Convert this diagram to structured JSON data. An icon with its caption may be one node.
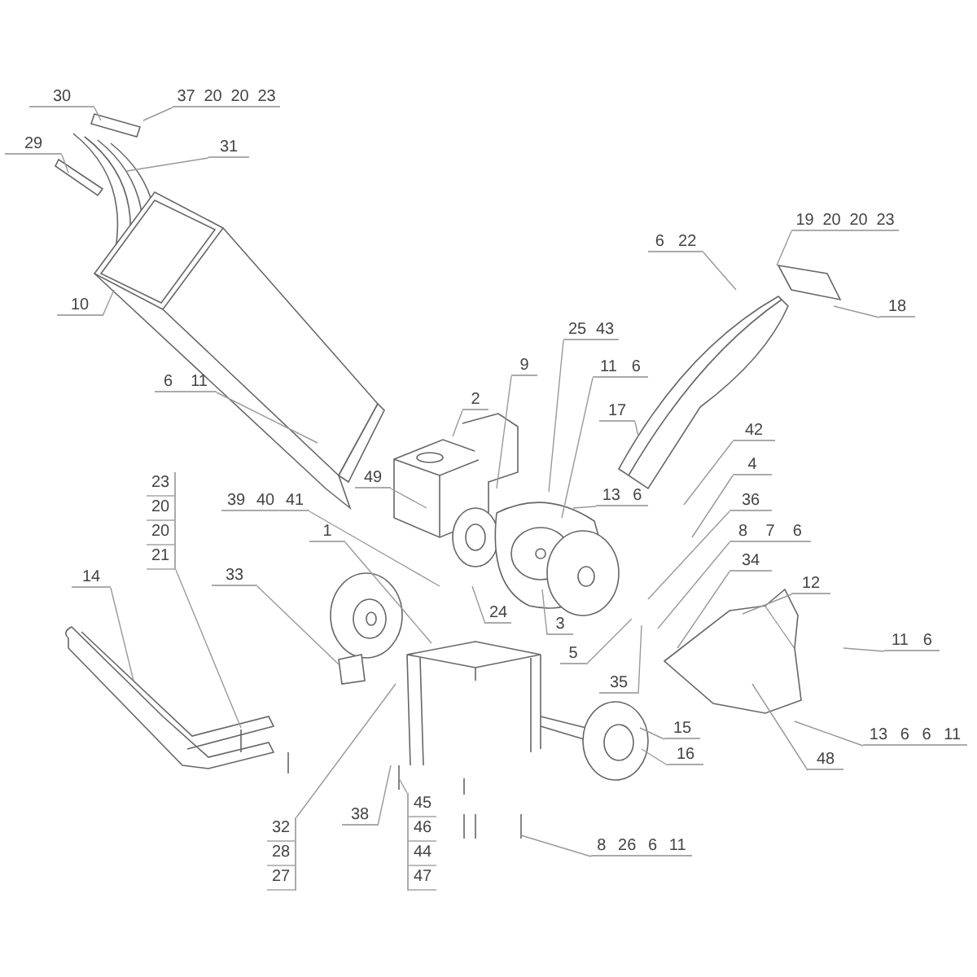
{
  "diagram": {
    "nodes": [
      {
        "text": [
          "30"
        ]
      },
      {
        "text": [
          "37",
          "20",
          "20",
          "23"
        ]
      },
      {
        "text": [
          "29"
        ]
      },
      {
        "text": [
          "31"
        ]
      },
      {
        "text": [
          "10"
        ]
      },
      {
        "text": [
          "6",
          "11"
        ]
      },
      {
        "text": [
          "2"
        ]
      },
      {
        "text": [
          "49"
        ]
      },
      {
        "text": [
          "9"
        ]
      },
      {
        "text": [
          "25",
          "43"
        ]
      },
      {
        "text": [
          "11",
          "6"
        ]
      },
      {
        "text": [
          "17"
        ]
      },
      {
        "text": [
          "6",
          "22"
        ]
      },
      {
        "text": [
          "19",
          "20",
          "20",
          "23"
        ]
      },
      {
        "text": [
          "18"
        ]
      },
      {
        "text": [
          "42"
        ]
      },
      {
        "text": [
          "4"
        ]
      },
      {
        "text": [
          "13",
          "6"
        ]
      },
      {
        "text": [
          "36"
        ]
      },
      {
        "text": [
          "8",
          "7",
          "6"
        ]
      },
      {
        "text": [
          "34"
        ]
      },
      {
        "text": [
          "12"
        ]
      },
      {
        "text": [
          "11",
          "6"
        ]
      },
      {
        "text": [
          "13",
          "6",
          "6",
          "11"
        ]
      },
      {
        "text": [
          "48"
        ]
      },
      {
        "text": [
          "15"
        ]
      },
      {
        "text": [
          "16"
        ]
      },
      {
        "text": [
          "3"
        ]
      },
      {
        "text": [
          "5"
        ]
      },
      {
        "text": [
          "35"
        ]
      },
      {
        "text": [
          "39",
          "40",
          "41"
        ]
      },
      {
        "text": [
          "24"
        ]
      },
      {
        "text": [
          "1"
        ]
      },
      {
        "text": [
          "33"
        ]
      },
      {
        "text": [
          "14"
        ]
      },
      {
        "text": [
          "23",
          "20",
          "20",
          "21"
        ]
      },
      {
        "text": [
          "32",
          "28",
          "27"
        ]
      },
      {
        "text": [
          "38"
        ]
      },
      {
        "text": [
          "45",
          "46",
          "44",
          "47"
        ]
      },
      {
        "text": [
          "8",
          "26",
          "6",
          "11"
        ]
      }
    ],
    "edges": [
      {
        "from": 0,
        "to": null,
        "arrow": "none"
      },
      {
        "from": 1,
        "to": null,
        "arrow": "none"
      },
      {
        "from": 2,
        "to": null,
        "arrow": "none"
      },
      {
        "from": 3,
        "to": null,
        "arrow": "none"
      },
      {
        "from": 4,
        "to": null,
        "arrow": "none"
      },
      {
        "from": 5,
        "to": null,
        "arrow": "none"
      },
      {
        "from": 6,
        "to": null,
        "arrow": "none"
      },
      {
        "from": 7,
        "to": null,
        "arrow": "none"
      },
      {
        "from": 8,
        "to": null,
        "arrow": "none"
      },
      {
        "from": 9,
        "to": null,
        "arrow": "none"
      },
      {
        "from": 10,
        "to": null,
        "arrow": "none"
      },
      {
        "from": 11,
        "to": null,
        "arrow": "none"
      },
      {
        "from": 12,
        "to": null,
        "arrow": "none"
      },
      {
        "from": 13,
        "to": null,
        "arrow": "none"
      },
      {
        "from": 14,
        "to": null,
        "arrow": "none"
      },
      {
        "from": 15,
        "to": null,
        "arrow": "none"
      },
      {
        "from": 16,
        "to": null,
        "arrow": "none"
      },
      {
        "from": 17,
        "to": null,
        "arrow": "none"
      },
      {
        "from": 18,
        "to": null,
        "arrow": "none"
      },
      {
        "from": 19,
        "to": null,
        "arrow": "none"
      },
      {
        "from": 20,
        "to": null,
        "arrow": "none"
      },
      {
        "from": 21,
        "to": null,
        "arrow": "none"
      },
      {
        "from": 22,
        "to": null,
        "arrow": "none"
      },
      {
        "from": 23,
        "to": null,
        "arrow": "none"
      },
      {
        "from": 24,
        "to": null,
        "arrow": "none"
      },
      {
        "from": 25,
        "to": null,
        "arrow": "none"
      },
      {
        "from": 26,
        "to": null,
        "arrow": "none"
      },
      {
        "from": 27,
        "to": null,
        "arrow": "none"
      },
      {
        "from": 28,
        "to": null,
        "arrow": "none"
      },
      {
        "from": 29,
        "to": null,
        "arrow": "none"
      },
      {
        "from": 30,
        "to": null,
        "arrow": "none"
      },
      {
        "from": 31,
        "to": null,
        "arrow": "none"
      },
      {
        "from": 32,
        "to": null,
        "arrow": "none"
      },
      {
        "from": 33,
        "to": null,
        "arrow": "none"
      },
      {
        "from": 34,
        "to": null,
        "arrow": "none"
      },
      {
        "from": 35,
        "to": null,
        "arrow": "none"
      },
      {
        "from": 36,
        "to": null,
        "arrow": "none"
      },
      {
        "from": 37,
        "to": null,
        "arrow": "none"
      },
      {
        "from": 38,
        "to": null,
        "arrow": "none"
      },
      {
        "from": 39,
        "to": null,
        "arrow": "none"
      }
    ]
  }
}
